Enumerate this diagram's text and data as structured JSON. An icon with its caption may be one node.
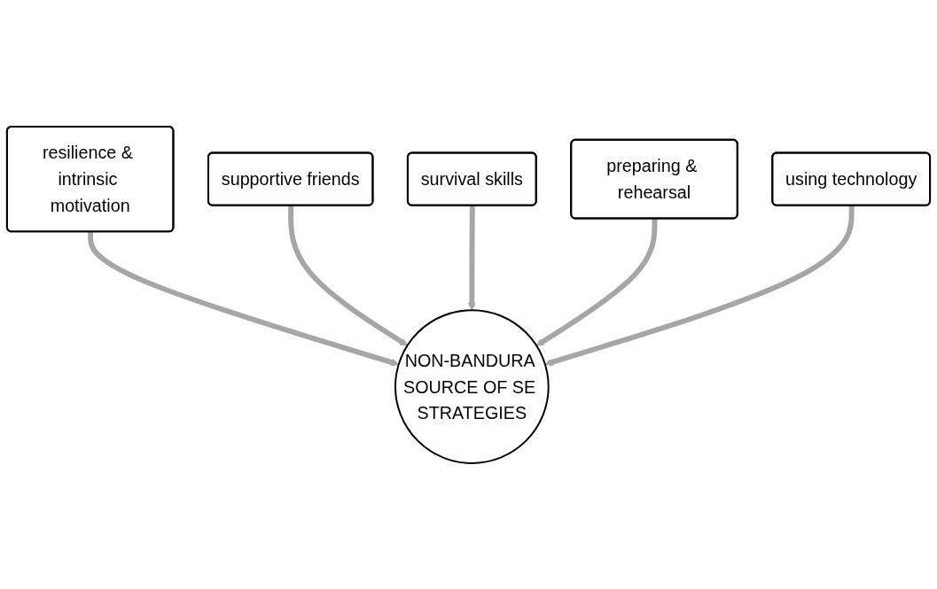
{
  "diagram": {
    "nodes": [
      {
        "text": [
          "supportive friends"
        ]
      },
      {
        "text": [
          "survival skills"
        ]
      },
      {
        "text": [
          "resilience & intrinsic motivation"
        ]
      },
      {
        "text": [
          "preparing & rehearsal"
        ]
      },
      {
        "text": [
          "NON-BANDURA SOURCE OF SE STRATEGIES"
        ]
      },
      {
        "text": [
          "using technology"
        ]
      }
    ],
    "edges": [
      {
        "from": 2,
        "to": 4,
        "arrow": "to"
      },
      {
        "from": 0,
        "to": 4,
        "arrow": "to"
      },
      {
        "from": 1,
        "to": 4,
        "arrow": "to"
      },
      {
        "from": 3,
        "to": 4,
        "arrow": "to"
      },
      {
        "from": 5,
        "to": 4,
        "arrow": "to"
      }
    ]
  }
}
